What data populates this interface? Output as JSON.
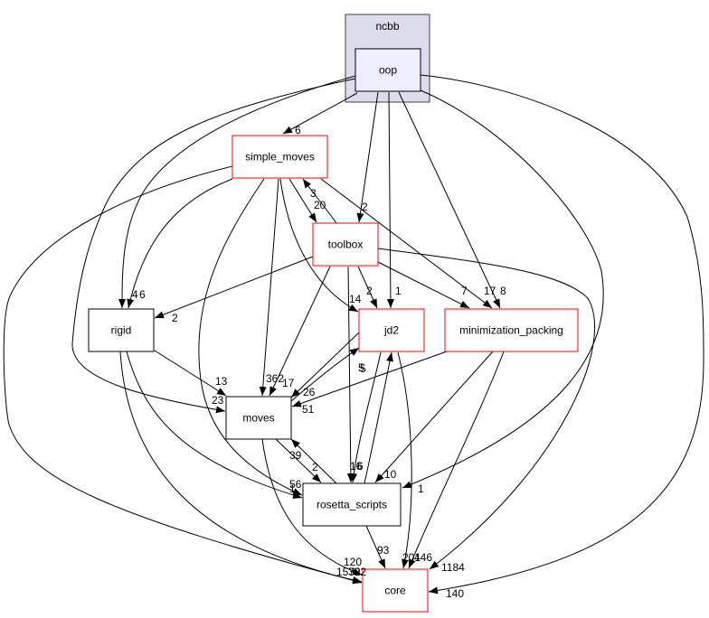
{
  "diagram": {
    "type": "directory-dependency-graph",
    "cluster": {
      "id": "ncbb",
      "label": "ncbb",
      "fill": "#dcdcec",
      "stroke": "#404040"
    },
    "nodes": [
      {
        "id": "oop",
        "label": "oop",
        "style": "focus",
        "fill": "#eeeeff",
        "stroke": "#000000"
      },
      {
        "id": "simple_moves",
        "label": "simple_moves",
        "style": "truncated",
        "fill": "#ffffff",
        "stroke": "#ff0000"
      },
      {
        "id": "toolbox",
        "label": "toolbox",
        "style": "truncated",
        "fill": "#ffffff",
        "stroke": "#ff0000"
      },
      {
        "id": "rigid",
        "label": "rigid",
        "style": "normal",
        "fill": "#ffffff",
        "stroke": "#000000"
      },
      {
        "id": "jd2",
        "label": "jd2",
        "style": "truncated",
        "fill": "#ffffff",
        "stroke": "#ff0000"
      },
      {
        "id": "minimization_packing",
        "label": "minimization_packing",
        "style": "truncated",
        "fill": "#ffffff",
        "stroke": "#ff0000"
      },
      {
        "id": "moves",
        "label": "moves",
        "style": "normal",
        "fill": "#ffffff",
        "stroke": "#000000"
      },
      {
        "id": "rosetta_scripts",
        "label": "rosetta_scripts",
        "style": "normal",
        "fill": "#ffffff",
        "stroke": "#000000"
      },
      {
        "id": "core",
        "label": "core",
        "style": "truncated",
        "fill": "#ffffff",
        "stroke": "#ff0000"
      }
    ],
    "edges": [
      {
        "from": "oop",
        "to": "simple_moves",
        "label": "6"
      },
      {
        "from": "oop",
        "to": "toolbox",
        "label": "2"
      },
      {
        "from": "oop",
        "to": "jd2",
        "label": "1"
      },
      {
        "from": "oop",
        "to": "minimization_packing",
        "label": "8"
      },
      {
        "from": "oop",
        "to": "rigid",
        "label": "4"
      },
      {
        "from": "oop",
        "to": "moves",
        "label": "23"
      },
      {
        "from": "oop",
        "to": "rosetta_scripts",
        "label": "1"
      },
      {
        "from": "oop",
        "to": "core",
        "label": "140"
      },
      {
        "from": "simple_moves",
        "to": "toolbox",
        "label": "20"
      },
      {
        "from": "toolbox",
        "to": "simple_moves",
        "label": "3"
      },
      {
        "from": "simple_moves",
        "to": "rigid",
        "label": "6"
      },
      {
        "from": "simple_moves",
        "to": "moves",
        "label": "362"
      },
      {
        "from": "simple_moves",
        "to": "jd2",
        "label": "14"
      },
      {
        "from": "simple_moves",
        "to": "minimization_packing",
        "label": "17"
      },
      {
        "from": "simple_moves",
        "to": "rosetta_scripts",
        "label": "1"
      },
      {
        "from": "simple_moves",
        "to": "core",
        "label": "1572"
      },
      {
        "from": "toolbox",
        "to": "rigid",
        "label": "2"
      },
      {
        "from": "toolbox",
        "to": "jd2",
        "label": "2"
      },
      {
        "from": "toolbox",
        "to": "minimization_packing",
        "label": "7"
      },
      {
        "from": "toolbox",
        "to": "moves",
        "label": "17"
      },
      {
        "from": "toolbox",
        "to": "rosetta_scripts",
        "label": "16"
      },
      {
        "from": "toolbox",
        "to": "core",
        "label": "1184"
      },
      {
        "from": "rigid",
        "to": "moves",
        "label": "13"
      },
      {
        "from": "rigid",
        "to": "rosetta_scripts",
        "label": "56"
      },
      {
        "from": "rigid",
        "to": "core",
        "label": "392"
      },
      {
        "from": "jd2",
        "to": "moves",
        "label": "26"
      },
      {
        "from": "moves",
        "to": "jd2",
        "label": "5"
      },
      {
        "from": "jd2",
        "to": "rosetta_scripts",
        "label": "6"
      },
      {
        "from": "jd2",
        "to": "core",
        "label": "201"
      },
      {
        "from": "minimization_packing",
        "to": "moves",
        "label": "51"
      },
      {
        "from": "minimization_packing",
        "to": "rosetta_scripts",
        "label": "10"
      },
      {
        "from": "minimization_packing",
        "to": "core",
        "label": "446"
      },
      {
        "from": "moves",
        "to": "rosetta_scripts",
        "label": "2"
      },
      {
        "from": "rosetta_scripts",
        "to": "moves",
        "label": "39"
      },
      {
        "from": "moves",
        "to": "core",
        "label": "120"
      },
      {
        "from": "rosetta_scripts",
        "to": "jd2",
        "label": "5"
      },
      {
        "from": "rosetta_scripts",
        "to": "core",
        "label": "93"
      }
    ]
  }
}
